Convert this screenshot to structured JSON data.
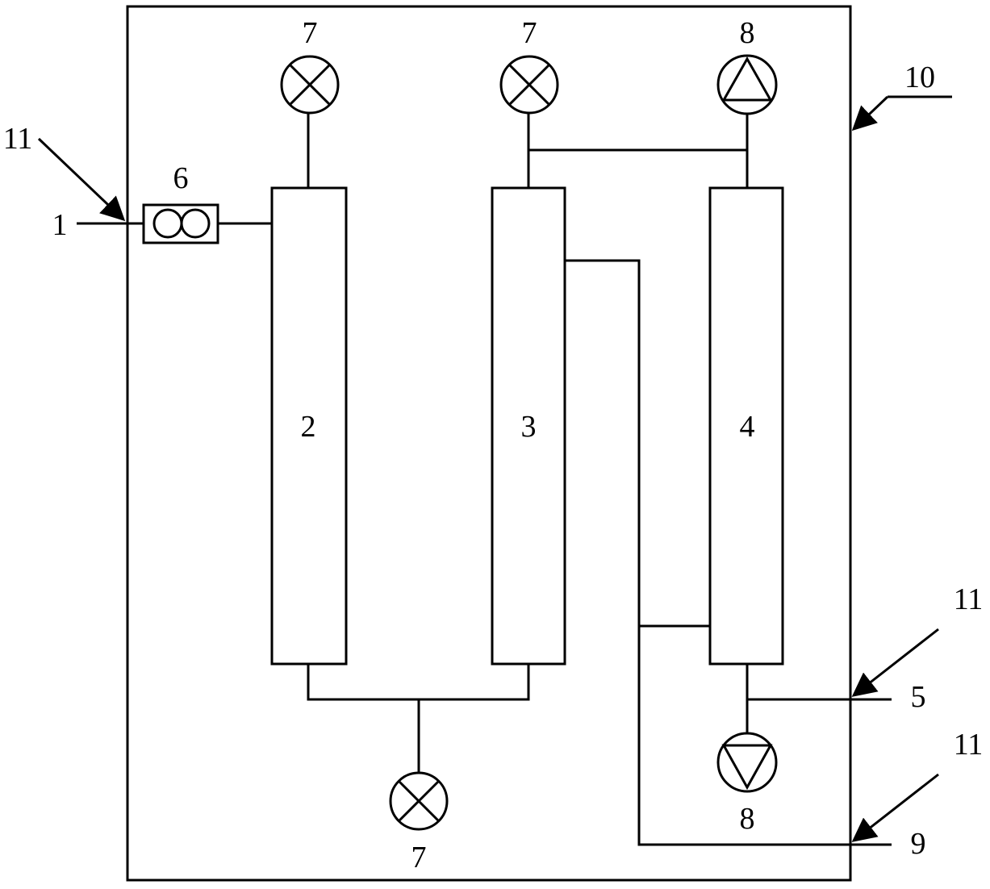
{
  "diagram": {
    "labels": {
      "inlet": "1",
      "column_a": "2",
      "column_b": "3",
      "column_c": "4",
      "outlet_upper": "5",
      "pump": "6",
      "valve": "7",
      "gauge": "8",
      "outlet_lower": "9",
      "enclosure": "10",
      "port": "11"
    },
    "colors": {
      "line": "#000000",
      "background": "#ffffff"
    },
    "icons": {
      "valve": "x-circle-valve-icon",
      "gauge_up": "triangle-up-gauge-icon",
      "gauge_down": "triangle-down-gauge-icon",
      "pump": "double-circle-pump-icon"
    }
  }
}
